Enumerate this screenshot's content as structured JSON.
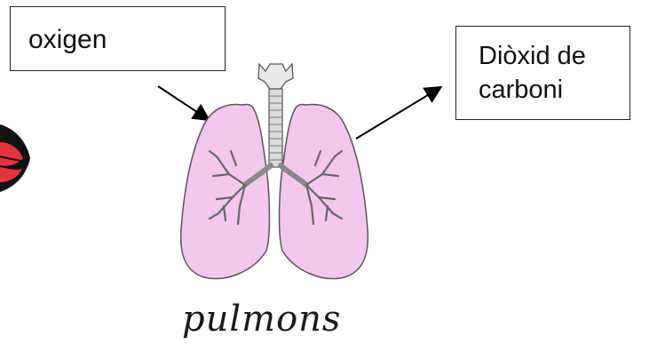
{
  "labels": {
    "oxygen": "oxigen",
    "co2_line1": "Diòxid de",
    "co2_line2": "carboni"
  },
  "caption": "pulmons",
  "icons": {
    "mouth": "lips-icon",
    "lungs": "lungs-illustration"
  },
  "colors": {
    "lung_fill": "#f4c8ee",
    "lung_stroke": "#555555",
    "lips_red": "#e2343c",
    "lips_dark": "#111111"
  }
}
